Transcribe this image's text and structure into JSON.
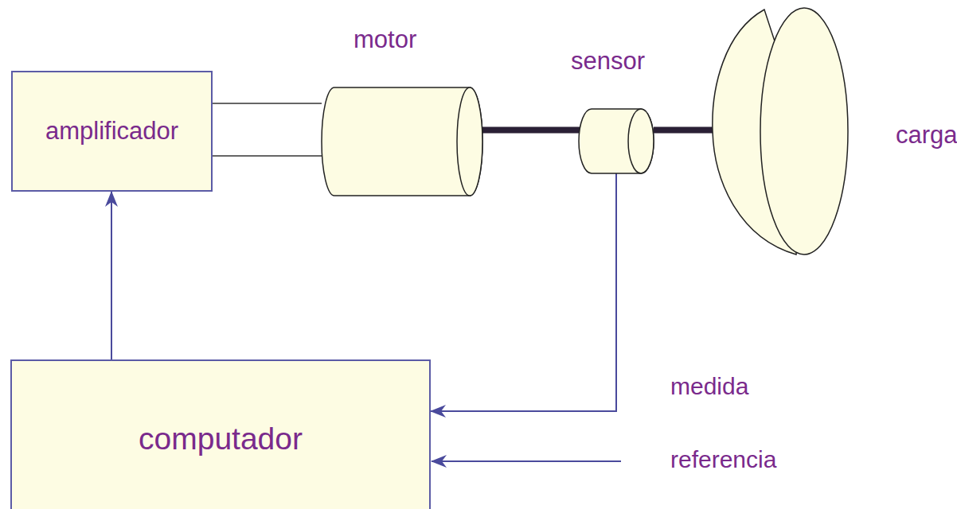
{
  "diagram": {
    "nodes": [
      {
        "text": [
          "amplificador"
        ]
      },
      {
        "text": [
          "motor"
        ]
      },
      {
        "text": [
          "sensor"
        ]
      },
      {
        "text": [
          "carga"
        ]
      },
      {
        "text": [
          "computador"
        ]
      }
    ],
    "edges": [
      {
        "from": 4,
        "to": 0,
        "arrow": "to"
      },
      {
        "from": 0,
        "to": 1,
        "arrow": "none"
      },
      {
        "from": 1,
        "to": 2,
        "arrow": "none"
      },
      {
        "from": 2,
        "to": 3,
        "arrow": "none"
      },
      {
        "from": 2,
        "to": 4,
        "arrow": "to"
      }
    ],
    "labels": [
      "medida",
      "referencia"
    ]
  }
}
